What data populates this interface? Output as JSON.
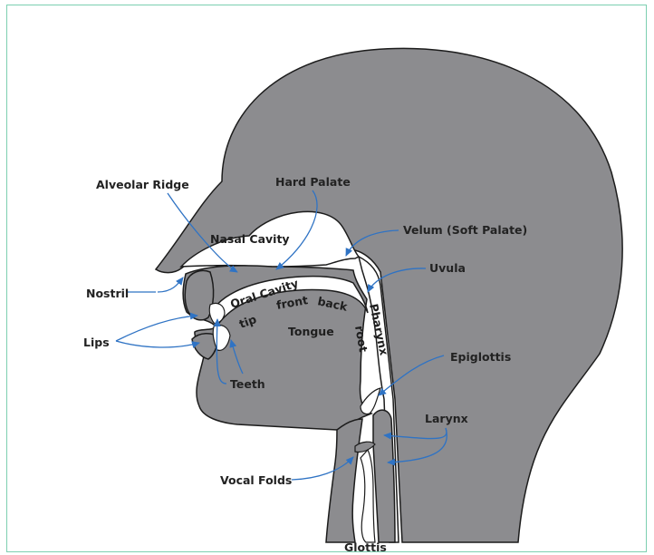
{
  "colors": {
    "tissue_fill": "#8c8c8f",
    "outline": "#1c1c1c",
    "cavity": "#ffffff",
    "arrow": "#2f73c4",
    "frame_border": "#7ccfb0"
  },
  "labels": {
    "alveolar_ridge": "Alveolar Ridge",
    "hard_palate": "Hard Palate",
    "velum": "Velum (Soft Palate)",
    "nasal_cavity": "Nasal Cavity",
    "uvula": "Uvula",
    "nostril": "Nostril",
    "oral_cavity": "Oral Cavity",
    "lips": "Lips",
    "tip": "tip",
    "front": "front",
    "back": "back",
    "tongue": "Tongue",
    "root": "root",
    "pharynx": "Pharynx",
    "teeth": "Teeth",
    "epiglottis": "Epiglottis",
    "larynx": "Larynx",
    "vocal_folds": "Vocal Folds",
    "glottis": "Glottis"
  }
}
